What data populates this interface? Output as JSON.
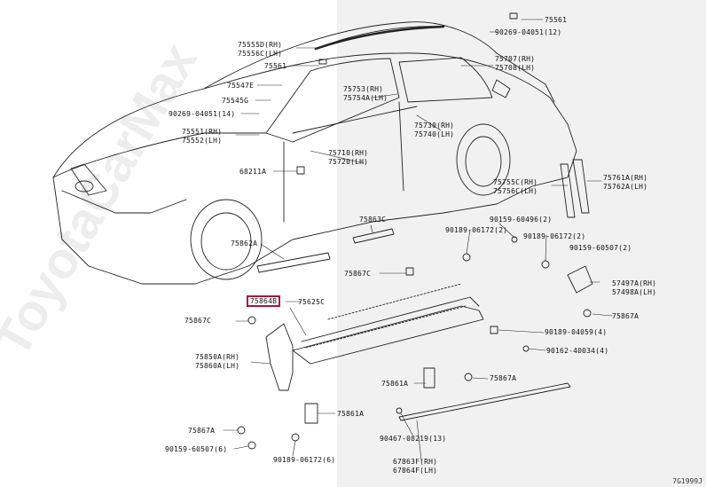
{
  "watermark": "ToyotaCarMax",
  "highlight_color": "#b0103a",
  "reference_number": "7G1999J",
  "labels": {
    "p75561_top": "75561",
    "p90269_top": "90269-04051(12)",
    "p75555d": "75555D(RH)",
    "p75556c": "75556C(LH)",
    "p75561_mid": "75561",
    "p75707": "75707(RH)",
    "p75708": "75708(LH)",
    "p75547e": "75547E",
    "p75753": "75753(RH)",
    "p75754a": "75754A(LH)",
    "p75545g": "75545G",
    "p90269_left": "90269-04051(14)",
    "p75730": "75730(RH)",
    "p75740": "75740(LH)",
    "p75551": "75551(RH)",
    "p75552": "75552(LH)",
    "p75710": "75710(RH)",
    "p75720": "75720(LH)",
    "p68211a": "68211A",
    "p75761a": "75761A(RH)",
    "p75762a": "75762A(LH)",
    "p75755c": "75755C(RH)",
    "p75756c": "75756C(LH)",
    "p75863c": "75863C",
    "p90159_496": "90159-60496(2)",
    "p90189_172_2": "90189-06172(2)",
    "p90189_172_2b": "90189-06172(2)",
    "p90159_507_2": "90159-60507(2)",
    "p75862a": "75862A",
    "p75867c_top": "75867C",
    "p57497a": "57497A(RH)",
    "p57498a": "57498A(LH)",
    "p75864b": "75864B",
    "p75625c": "75625C",
    "p75867a_right": "75867A",
    "p75867c_left": "75867C",
    "p90189_059": "90189-04059(4)",
    "p90162_034": "90162-40034(4)",
    "p75850a": "75850A(RH)",
    "p75860a": "75860A(LH)",
    "p75861a_mid": "75861A",
    "p75867a_mid": "75867A",
    "p75861a_low": "75861A",
    "p75867a_low": "75867A",
    "p90467": "90467-08219(13)",
    "p90159_507_6": "90159-60507(6)",
    "p90189_172_6": "90189-06172(6)",
    "p67863f": "67863F(RH)",
    "p67864f": "67864F(LH)"
  }
}
